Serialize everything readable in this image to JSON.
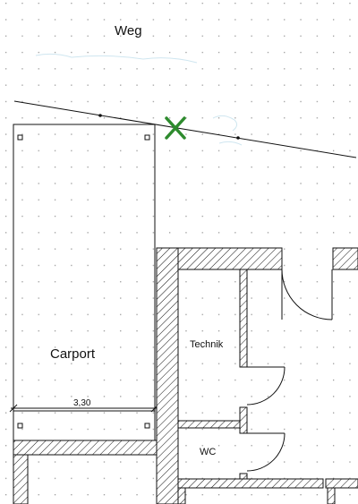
{
  "labels": {
    "path": "Weg",
    "carport": "Carport",
    "carport_width": "3,30",
    "technik": "Technik",
    "wc": "WC"
  },
  "icons": {
    "marker": "cross-mark-icon",
    "corner": "corner-square-icon"
  },
  "colors": {
    "line": "#111111",
    "grid_dot": "#9a9a9a",
    "marker": "#2e8b2e",
    "background": "#ffffff"
  }
}
